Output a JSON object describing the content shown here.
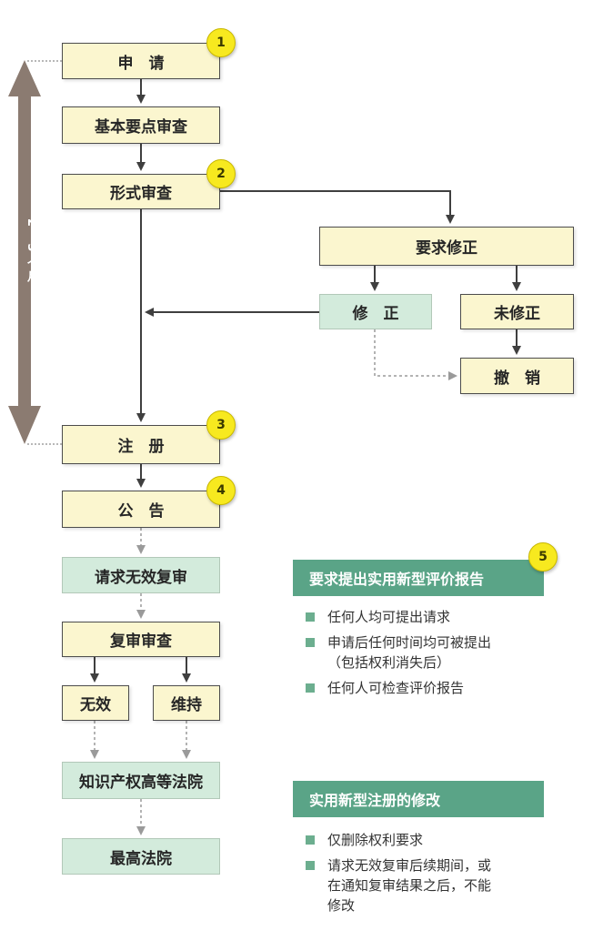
{
  "flow": {
    "apply": "申　请",
    "basic_exam": "基本要点审查",
    "formal_exam": "形式审查",
    "request_correction": "要求修正",
    "corrected": "修　正",
    "not_corrected": "未修正",
    "withdraw": "撤　销",
    "register": "注　册",
    "announce": "公　告",
    "invalid_request": "请求无效复审",
    "review_exam": "复审审查",
    "invalid": "无效",
    "maintain": "维持",
    "ip_court": "知识产权高等法院",
    "supreme_court": "最高法院"
  },
  "period_label": "2 - 3 个月",
  "badges": [
    "1",
    "2",
    "3",
    "4",
    "5"
  ],
  "panel_evaluation": {
    "title": "要求提出实用新型评价报告",
    "items": [
      "任何人均可提出请求",
      "申请后任何时间均可被提出\n（包括权利消失后）",
      "任何人可检查评价报告"
    ]
  },
  "panel_amendment": {
    "title": "实用新型注册的修改",
    "items": [
      "仅删除权利要求",
      "请求无效复审后续期间，或\n在通知复审结果之后，不能\n修改"
    ]
  },
  "colors": {
    "box_yellow": "#fbf6cf",
    "box_green": "#d3ebdc",
    "badge": "#f7e91f",
    "panel_header": "#5aa487",
    "period_arrow": "#8b7b71"
  }
}
